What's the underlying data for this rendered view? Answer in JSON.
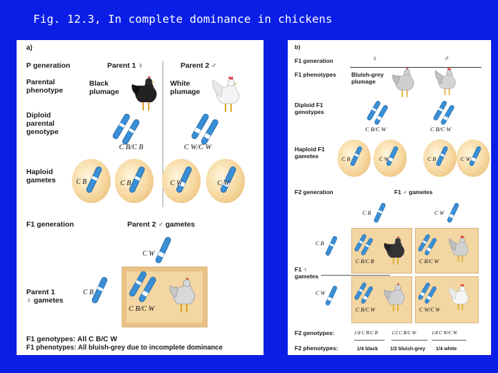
{
  "title": "Fig. 12.3, In complete dominance in chickens",
  "panel_a": {
    "tag": "a)",
    "p_generation": "P generation",
    "parent1": "Parent 1",
    "parent2": "Parent 2",
    "parental_phenotype": [
      "Parental",
      "phenotype"
    ],
    "black_plumage": [
      "Black",
      "plumage"
    ],
    "white_plumage": [
      "White",
      "plumage"
    ],
    "diploid_genotype": [
      "Diploid",
      "parental",
      "genotype"
    ],
    "geno_bb": "C B/C B",
    "geno_ww": "C W/C W",
    "haploid_gametes": [
      "Haploid",
      "gametes"
    ],
    "allele_b": "C B",
    "allele_w": "C W",
    "f1_generation": "F1 generation",
    "parent2_gametes": "Parent 2 ♂ gametes",
    "parent1_gametes": [
      "Parent 1",
      "♀ gametes"
    ],
    "geno_bw": "C B/C W",
    "f1_genotypes": "F1 genotypes:  All C B/C W",
    "f1_phenotypes": "F1 phenotypes: All bluish-grey due to incomplete dominance"
  },
  "panel_b": {
    "tag": "b)",
    "f1_generation": "F1 generation",
    "f1_phenotypes": "F1 phenotypes",
    "bluish_grey": [
      "Bluish-grey",
      "plumage"
    ],
    "diploid_f1": [
      "Diploid F1",
      "genotypes"
    ],
    "geno_bw": "C B/C W",
    "haploid_f1": [
      "Haploid F1",
      "gametes"
    ],
    "allele_b": "C B",
    "allele_w": "C W",
    "f2_generation": "F2 generation",
    "f1_male_gametes": "F1 ♂ gametes",
    "f1_female_gametes": [
      "F1 ♀",
      "gametes"
    ],
    "cells": [
      "C B/C B",
      "C B/C W",
      "C B/C W",
      "C W/C W"
    ],
    "f2_genotypes_label": "F2 genotypes:",
    "f2_genotypes": [
      "1/4 C B/C B",
      "1/2 C B/C W",
      "1/4 C W/C W"
    ],
    "f2_phenotypes_label": "F2 phenotypes:",
    "f2_phenotypes": [
      "1/4 black",
      "1/2 bluish-grey",
      "1/4 white"
    ]
  },
  "symbols": {
    "female": "♀",
    "male": "♂"
  },
  "colors": {
    "background": "#0a1ee6",
    "title_text": "#ffffff",
    "chromosome": "#3a8fd6",
    "gamete_cell": "#f6d79e",
    "punnett_box": "#f3d6a2"
  },
  "icons": [
    "chromosome-icon",
    "black-chicken-icon",
    "white-chicken-icon",
    "grey-chicken-icon",
    "gamete-cell-icon"
  ]
}
